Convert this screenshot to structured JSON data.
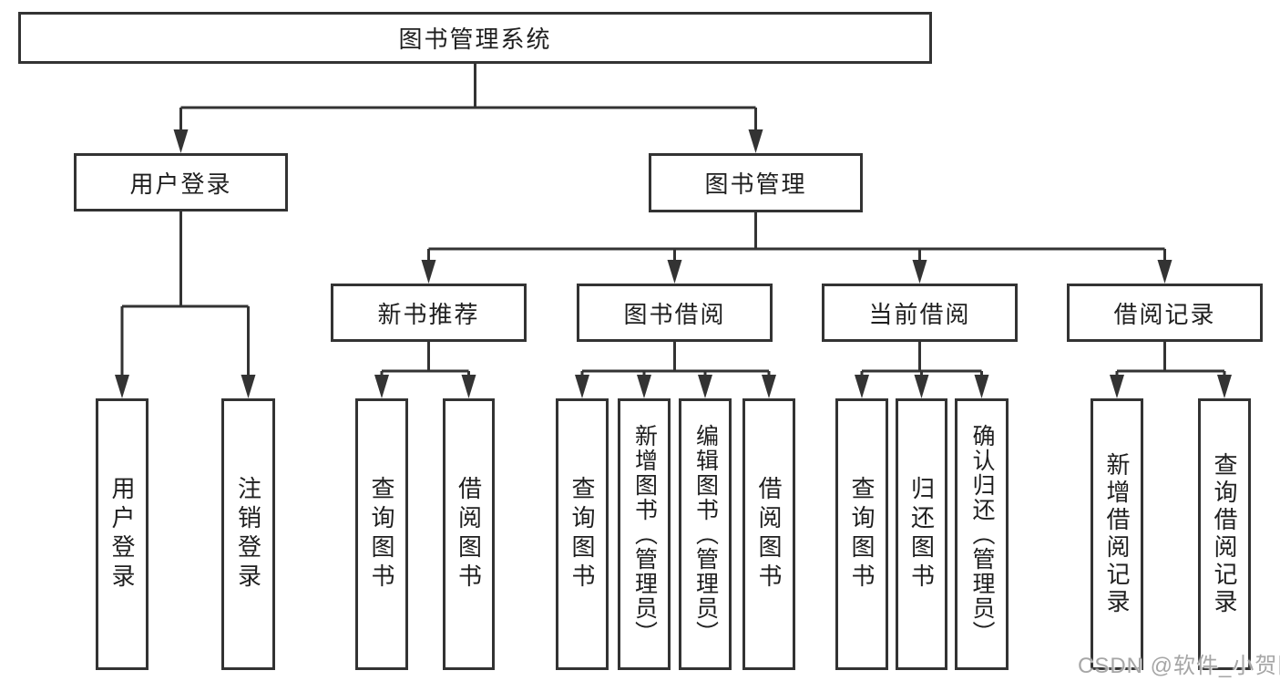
{
  "nodes": {
    "root": "图书管理系统",
    "user_login": "用户登录",
    "book_mgmt": "图书管理",
    "new_books": "新书推荐",
    "book_borrow": "图书借阅",
    "current_borrow": "当前借阅",
    "borrow_records": "借阅记录",
    "leaf_user_login": "用户登录",
    "leaf_logout": "注销登录",
    "leaf_nb_query": "查询图书",
    "leaf_nb_borrow": "借阅图书",
    "leaf_bb_query": "查询图书",
    "leaf_bb_add": "新增图书（管理员）",
    "leaf_bb_edit": "编辑图书（管理员）",
    "leaf_bb_borrow": "借阅图书",
    "leaf_cb_query": "查询图书",
    "leaf_cb_return": "归还图书",
    "leaf_cb_confirm": "确认归还（管理员）",
    "leaf_br_add": "新增借阅记录",
    "leaf_br_query": "查询借阅记录"
  },
  "watermark": "CSDN @软件_小贺同学",
  "colors": {
    "line": "#333333",
    "text": "#1f1f1f",
    "watermark": "#a6a6a6",
    "background": "#ffffff"
  }
}
